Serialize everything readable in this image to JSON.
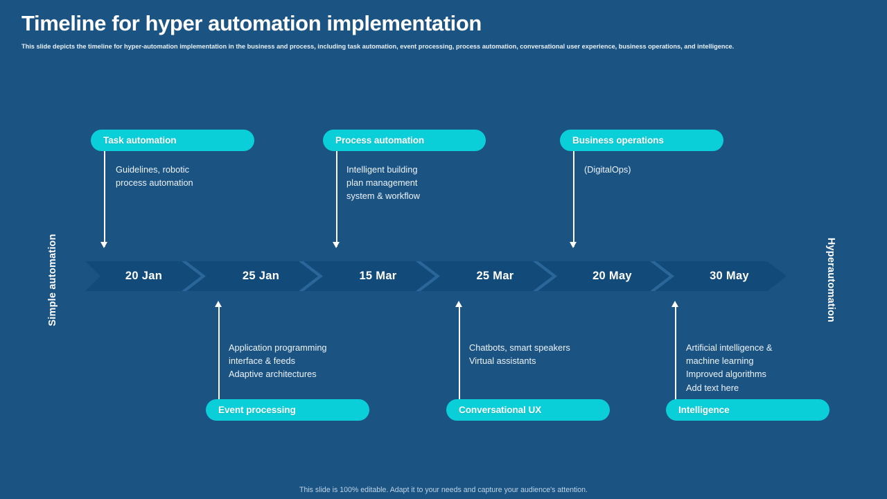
{
  "header": {
    "title": "Timeline for hyper automation implementation",
    "subtitle": "This slide depicts the timeline for hyper-automation implementation in the business and process, including task automation, event processing, process automation, conversational user experience, business operations, and intelligence."
  },
  "axis": {
    "left_label": "Simple automation",
    "right_label": "Hyperautomation"
  },
  "timeline": {
    "steps": [
      {
        "date": "20 Jan"
      },
      {
        "date": "25 Jan"
      },
      {
        "date": "15 Mar"
      },
      {
        "date": "25 Mar"
      },
      {
        "date": "20 May"
      },
      {
        "date": "30 May"
      }
    ]
  },
  "top_milestones": [
    {
      "pill": "Task automation",
      "description": "Guidelines, robotic\nprocess automation"
    },
    {
      "pill": "Process automation",
      "description": "Intelligent  building\nplan management\nsystem & workflow"
    },
    {
      "pill": "Business operations",
      "description": "(DigitalOps)"
    }
  ],
  "bottom_milestones": [
    {
      "pill": "Event processing",
      "description": "Application programming\ninterface & feeds\nAdaptive architectures"
    },
    {
      "pill": "Conversational UX",
      "description": "Chatbots, smart speakers\nVirtual assistants"
    },
    {
      "pill": "Intelligence",
      "description": "Artificial intelligence &\nmachine learning\nImproved  algorithms\nAdd text here"
    }
  ],
  "footer": {
    "note": "This slide is 100% editable. Adapt it to your needs and capture your audience's attention."
  },
  "colors": {
    "background": "#1b5383",
    "accent": "#0bcfd8",
    "bar_fill": "#124b79",
    "bar_chevron": "#2a6699",
    "text": "#ffffff"
  }
}
